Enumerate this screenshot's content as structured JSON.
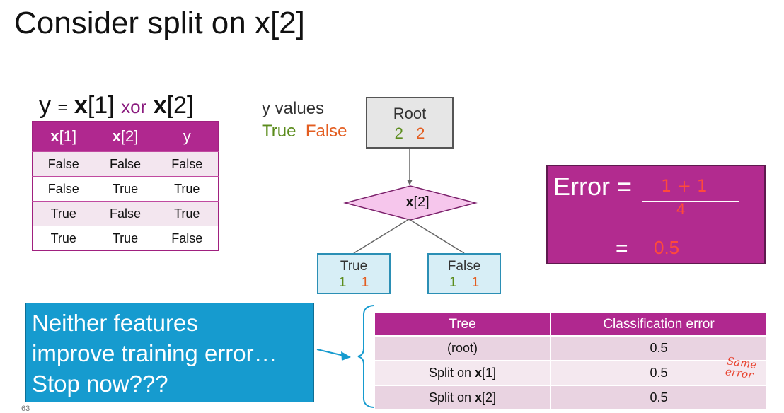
{
  "title": {
    "prefix": "Consider split on ",
    "var": "x",
    "index": "[2]"
  },
  "formula": {
    "y": "y",
    "eq": "=",
    "x1": "x",
    "x1_idx": "[1]",
    "xor": "xor",
    "x2": "x",
    "x2_idx": "[2]"
  },
  "truth_table": {
    "headers": [
      {
        "var": "x",
        "idx": "[1]"
      },
      {
        "var": "x",
        "idx": "[2]"
      },
      {
        "var": "y",
        "idx": ""
      }
    ],
    "rows": [
      [
        "False",
        "False",
        "False"
      ],
      [
        "False",
        "True",
        "True"
      ],
      [
        "True",
        "False",
        "True"
      ],
      [
        "True",
        "True",
        "False"
      ]
    ]
  },
  "legend": {
    "title": "y values",
    "true_label": "True",
    "false_label": "False"
  },
  "root": {
    "label": "Root",
    "true_count": "2",
    "false_count": "2"
  },
  "split": {
    "var": "x",
    "idx": "[2]"
  },
  "leaves": [
    {
      "label": "True",
      "true_count": "1",
      "false_count": "1"
    },
    {
      "label": "False",
      "true_count": "1",
      "false_count": "1"
    }
  ],
  "error_box": {
    "label": "Error =",
    "numerator": "1 + 1",
    "denominator": "4",
    "eq": "=",
    "value": "0.5"
  },
  "callout": {
    "lines": [
      "Neither features",
      "improve training error…",
      "Stop now???"
    ]
  },
  "results": {
    "headers": [
      "Tree",
      "Classification error"
    ],
    "rows": [
      {
        "tree": "(root)",
        "tree_var": "",
        "tree_idx": "",
        "error": "0.5"
      },
      {
        "tree": "Split on ",
        "tree_var": "x",
        "tree_idx": "[1]",
        "error": "0.5"
      },
      {
        "tree": "Split on ",
        "tree_var": "x",
        "tree_idx": "[2]",
        "error": "0.5"
      }
    ]
  },
  "annotation": {
    "line1": "Same",
    "line2": "error"
  },
  "page_number": "63",
  "colors": {
    "magenta": "#b0288f",
    "green": "#5b8c1c",
    "orange": "#e35d20",
    "blue": "#169bcf",
    "annot_red": "#e8432f"
  }
}
